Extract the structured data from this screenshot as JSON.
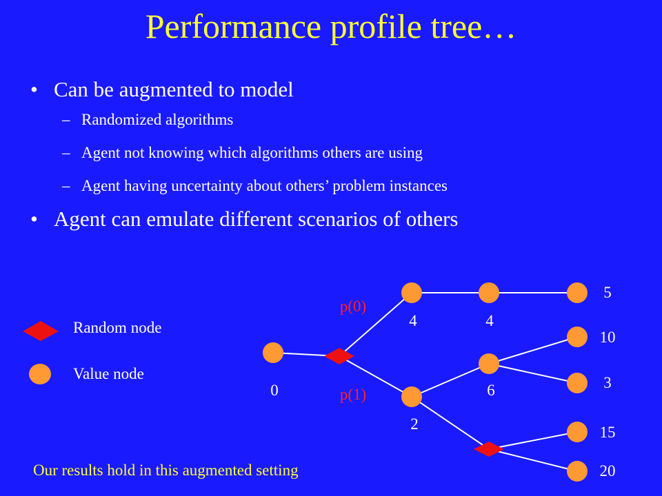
{
  "title": "Performance profile tree…",
  "bullets": [
    {
      "text": "Can be augmented to model"
    },
    {
      "text": "Agent can emulate different scenarios of others"
    }
  ],
  "sub_bullets": [
    {
      "text": "Randomized algorithms"
    },
    {
      "text": "Agent not knowing which algorithms others are using"
    },
    {
      "text": "Agent having uncertainty about others’ problem instances"
    }
  ],
  "bullet_glyph": "•",
  "dash_glyph": "–",
  "legend": {
    "random_node": "Random node",
    "value_node": "Value node"
  },
  "tree": {
    "node_labels": [
      "0",
      "4",
      "4",
      "2",
      "6",
      "5",
      "10",
      "3",
      "15",
      "20"
    ],
    "prob_labels": [
      "p(0)",
      "p(1)"
    ]
  },
  "footer": "Our results hold in this augmented setting",
  "colors": {
    "background": "#1a1aff",
    "title": "#ffff33",
    "value_node": "#ff9933",
    "random_node": "#ee1111",
    "prob_label": "#ff2222"
  }
}
